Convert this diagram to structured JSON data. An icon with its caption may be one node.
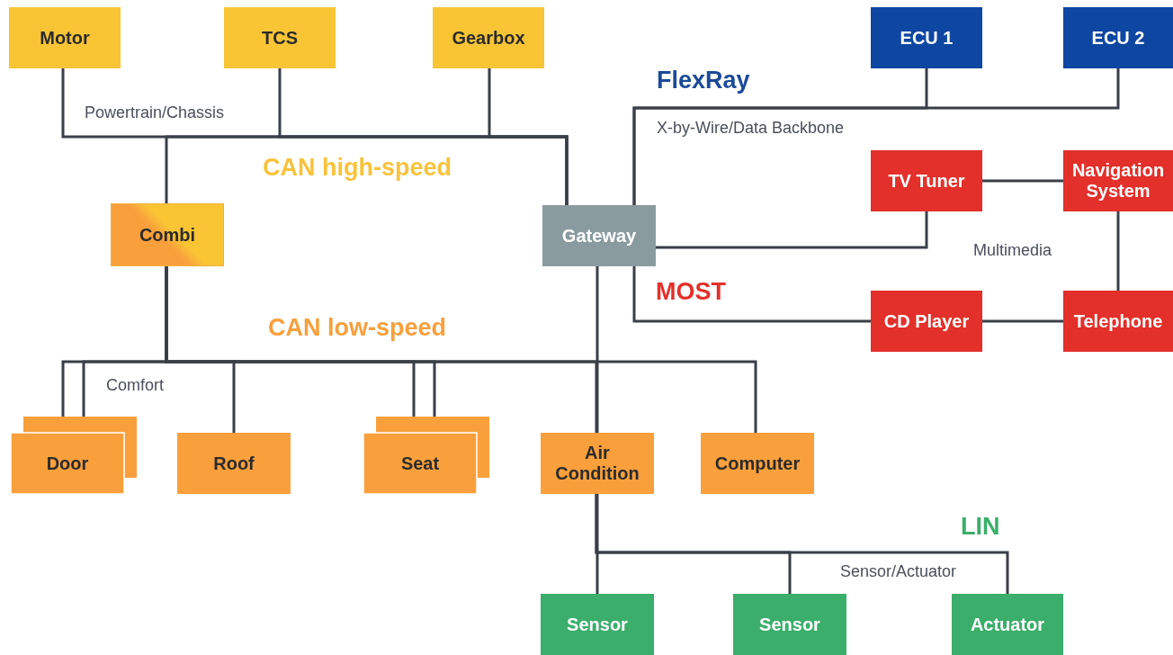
{
  "diagram": {
    "nodes": [
      {
        "text": [
          "Motor"
        ]
      },
      {
        "text": [
          "TCS"
        ]
      },
      {
        "text": [
          "Gearbox"
        ]
      },
      {
        "text": [
          "ECU 1"
        ]
      },
      {
        "text": [
          "ECU 2"
        ]
      },
      {
        "text": [
          "TV Tuner"
        ]
      },
      {
        "text": [
          "Navigation System"
        ]
      },
      {
        "text": [
          "Combi"
        ]
      },
      {
        "text": [
          "Gateway"
        ]
      },
      {
        "text": [
          "CD Player"
        ]
      },
      {
        "text": [
          "Telephone"
        ]
      },
      {
        "text": [
          "Door"
        ]
      },
      {
        "text": [
          "Roof"
        ]
      },
      {
        "text": [
          "Seat"
        ]
      },
      {
        "text": [
          "Air Condition"
        ]
      },
      {
        "text": [
          "Computer"
        ]
      },
      {
        "text": [
          "Sensor"
        ]
      },
      {
        "text": [
          "Sensor"
        ]
      },
      {
        "text": [
          "Actuator"
        ]
      }
    ],
    "edges": [
      {
        "from": 0,
        "to": 8,
        "arrow": "none"
      },
      {
        "from": 1,
        "to": 8,
        "arrow": "none"
      },
      {
        "from": 2,
        "to": 8,
        "arrow": "none"
      },
      {
        "from": 7,
        "to": 8,
        "arrow": "none"
      },
      {
        "from": 3,
        "to": 8,
        "arrow": "none"
      },
      {
        "from": 4,
        "to": 8,
        "arrow": "none"
      },
      {
        "from": 8,
        "to": 5,
        "arrow": "none"
      },
      {
        "from": 5,
        "to": 6,
        "arrow": "none"
      },
      {
        "from": 6,
        "to": 10,
        "arrow": "none"
      },
      {
        "from": 10,
        "to": 9,
        "arrow": "none"
      },
      {
        "from": 9,
        "to": 8,
        "arrow": "none"
      },
      {
        "from": 7,
        "to": 11,
        "arrow": "none"
      },
      {
        "from": 7,
        "to": 11,
        "arrow": "none"
      },
      {
        "from": 7,
        "to": 12,
        "arrow": "none"
      },
      {
        "from": 7,
        "to": 13,
        "arrow": "none"
      },
      {
        "from": 7,
        "to": 13,
        "arrow": "none"
      },
      {
        "from": 7,
        "to": 14,
        "arrow": "none"
      },
      {
        "from": 7,
        "to": 15,
        "arrow": "none"
      },
      {
        "from": 8,
        "to": 14,
        "arrow": "none"
      },
      {
        "from": 14,
        "to": 16,
        "arrow": "none"
      },
      {
        "from": 14,
        "to": 17,
        "arrow": "none"
      },
      {
        "from": 14,
        "to": 18,
        "arrow": "none"
      }
    ],
    "labels": [
      "FlexRay",
      "Powertrain/Chassis",
      "X-by-Wire/Data Backbone",
      "CAN high-speed",
      "Multimedia",
      "MOST",
      "CAN low-speed",
      "Comfort",
      "LIN",
      "Sensor/Actuator"
    ]
  }
}
